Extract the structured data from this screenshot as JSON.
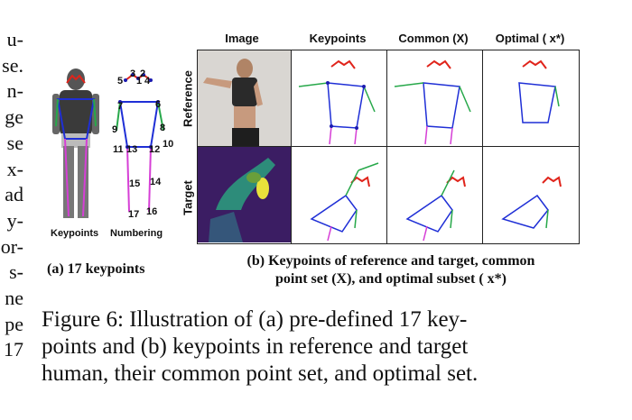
{
  "left_text_fragments": [
    "u-",
    "se.",
    "n-",
    "ge",
    "se",
    "x-",
    "ad",
    "y-",
    "or-",
    "s-",
    "ne",
    "pe",
    "17"
  ],
  "panel_a": {
    "labels": {
      "keypoints": "Keypoints",
      "numbering": "Numbering"
    },
    "caption": "(a) 17 keypoints",
    "keypoint_numbers": [
      "1",
      "2",
      "3",
      "4",
      "5",
      "6",
      "7",
      "8",
      "9",
      "10",
      "11",
      "12",
      "13",
      "14",
      "15",
      "16",
      "17"
    ]
  },
  "panel_b": {
    "column_headers": [
      "Image",
      "Keypoints",
      "Common (X)",
      "Optimal ( x*)"
    ],
    "row_headers": [
      "Reference",
      "Target"
    ],
    "caption_line1": "(b) Keypoints of reference and target, common",
    "caption_line2": "point set (X), and optimal subset ( x*)"
  },
  "figure_caption": {
    "line1": "Figure 6: Illustration of (a) pre-defined 17 key-",
    "line2": "points and (b) keypoints in reference and target",
    "line3": "human, their common point set, and optimal set."
  },
  "colors": {
    "head": "#e0241b",
    "torso": "#1f2fd6",
    "legs": "#d63fd6",
    "arms": "#27a84a",
    "joint": "#1b1bb0"
  }
}
